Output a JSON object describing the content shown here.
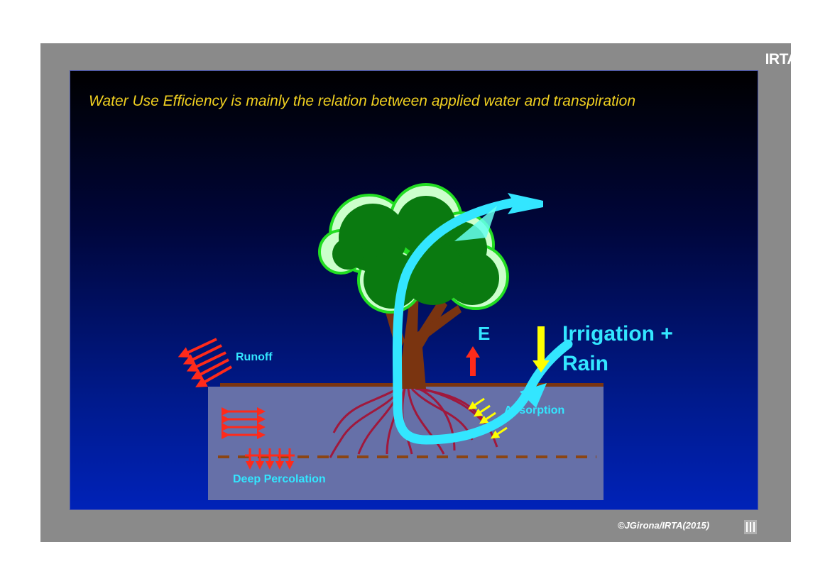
{
  "brand": "IRTA",
  "caption": "Water Use Efficiency is mainly the relation between applied water and transpiration",
  "labels": {
    "runoff": "Runoff",
    "evaporation": "E",
    "irrigation_line1": "Irrigation +",
    "irrigation_line2": "Rain",
    "absorption": "Absorption",
    "deep_percolation": "Deep Percolation"
  },
  "footer": "©JGirona/IRTA(2015)",
  "icons": {
    "footer": "irta-logo-icon",
    "tree": "tree-icon"
  },
  "colors": {
    "water_flow": "#33e6ff",
    "arrows": "#ff2a1a",
    "rain_arrow": "#ffff00",
    "soil": "#6670a8",
    "trunk": "#7a3410",
    "canopy": "#0a7a10",
    "caption": "#f0d020"
  }
}
